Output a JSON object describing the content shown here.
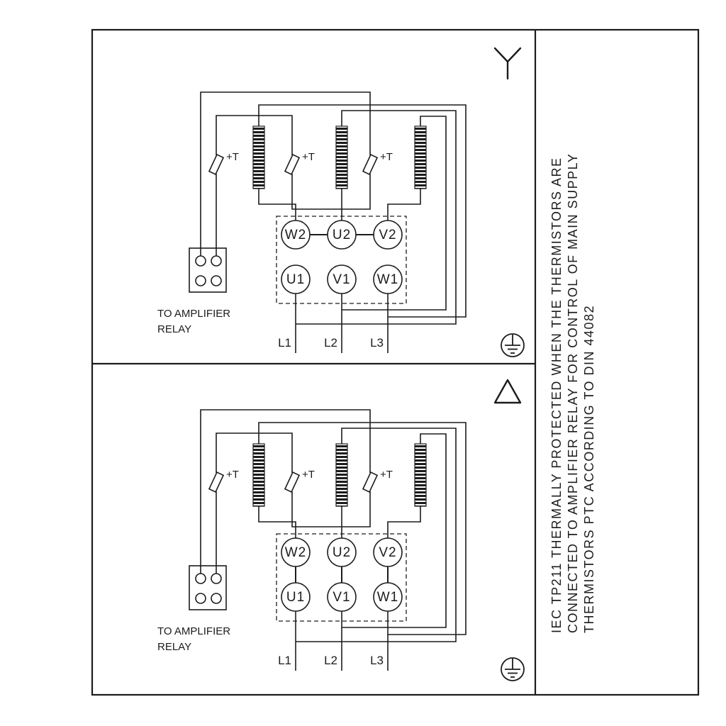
{
  "colors": {
    "line": "#1c1c1c",
    "background": "#ffffff"
  },
  "panels": [
    {
      "id": "star",
      "connection_symbol": "star-icon"
    },
    {
      "id": "delta",
      "connection_symbol": "delta-icon"
    }
  ],
  "labels": {
    "thermistor": "+T",
    "amplifier_note_line1": "TO AMPLIFIER",
    "amplifier_note_line2": "RELAY",
    "terminals_top": [
      "W2",
      "U2",
      "V2"
    ],
    "terminals_bottom": [
      "U1",
      "V1",
      "W1"
    ],
    "supply_lines": [
      "L1",
      "L2",
      "L3"
    ]
  },
  "side_note": {
    "line1": "IEC TP211 THERMALLY PROTECTED WHEN THE THERMISTORS ARE",
    "line2": "CONNECTED TO AMPLIFIER RELAY FOR CONTROL OF MAIN SUPPLY",
    "line3": "THERMISTORS PTC ACCORDING TO DIN 44082"
  },
  "icons": [
    "star-icon",
    "delta-icon",
    "ground-icon",
    "thermistor-icon",
    "winding-icon"
  ]
}
